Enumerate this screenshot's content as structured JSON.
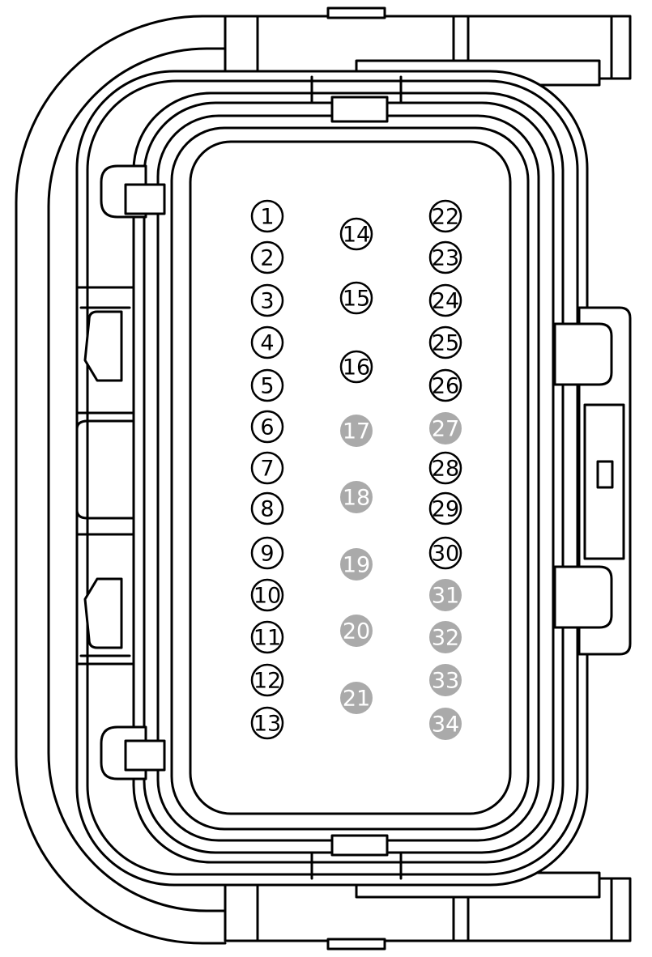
{
  "diagram": {
    "colors": {
      "outline": "#000000",
      "background": "#ffffff",
      "active_pin_fill": "#ffffff",
      "active_pin_text": "#000000",
      "empty_pin_fill": "#aaaaaa",
      "empty_pin_text": "#ffffff"
    },
    "pins": [
      {
        "label": "1",
        "state": "active"
      },
      {
        "label": "2",
        "state": "active"
      },
      {
        "label": "3",
        "state": "active"
      },
      {
        "label": "4",
        "state": "active"
      },
      {
        "label": "5",
        "state": "active"
      },
      {
        "label": "6",
        "state": "active"
      },
      {
        "label": "7",
        "state": "active"
      },
      {
        "label": "8",
        "state": "active"
      },
      {
        "label": "9",
        "state": "active"
      },
      {
        "label": "10",
        "state": "active"
      },
      {
        "label": "11",
        "state": "active"
      },
      {
        "label": "12",
        "state": "active"
      },
      {
        "label": "13",
        "state": "active"
      },
      {
        "label": "14",
        "state": "active"
      },
      {
        "label": "15",
        "state": "active"
      },
      {
        "label": "16",
        "state": "active"
      },
      {
        "label": "17",
        "state": "empty"
      },
      {
        "label": "18",
        "state": "empty"
      },
      {
        "label": "19",
        "state": "empty"
      },
      {
        "label": "20",
        "state": "empty"
      },
      {
        "label": "21",
        "state": "empty"
      },
      {
        "label": "22",
        "state": "active"
      },
      {
        "label": "23",
        "state": "active"
      },
      {
        "label": "24",
        "state": "active"
      },
      {
        "label": "25",
        "state": "active"
      },
      {
        "label": "26",
        "state": "active"
      },
      {
        "label": "27",
        "state": "empty"
      },
      {
        "label": "28",
        "state": "active"
      },
      {
        "label": "29",
        "state": "active"
      },
      {
        "label": "30",
        "state": "active"
      },
      {
        "label": "31",
        "state": "empty"
      },
      {
        "label": "32",
        "state": "empty"
      },
      {
        "label": "33",
        "state": "empty"
      },
      {
        "label": "34",
        "state": "empty"
      }
    ]
  }
}
